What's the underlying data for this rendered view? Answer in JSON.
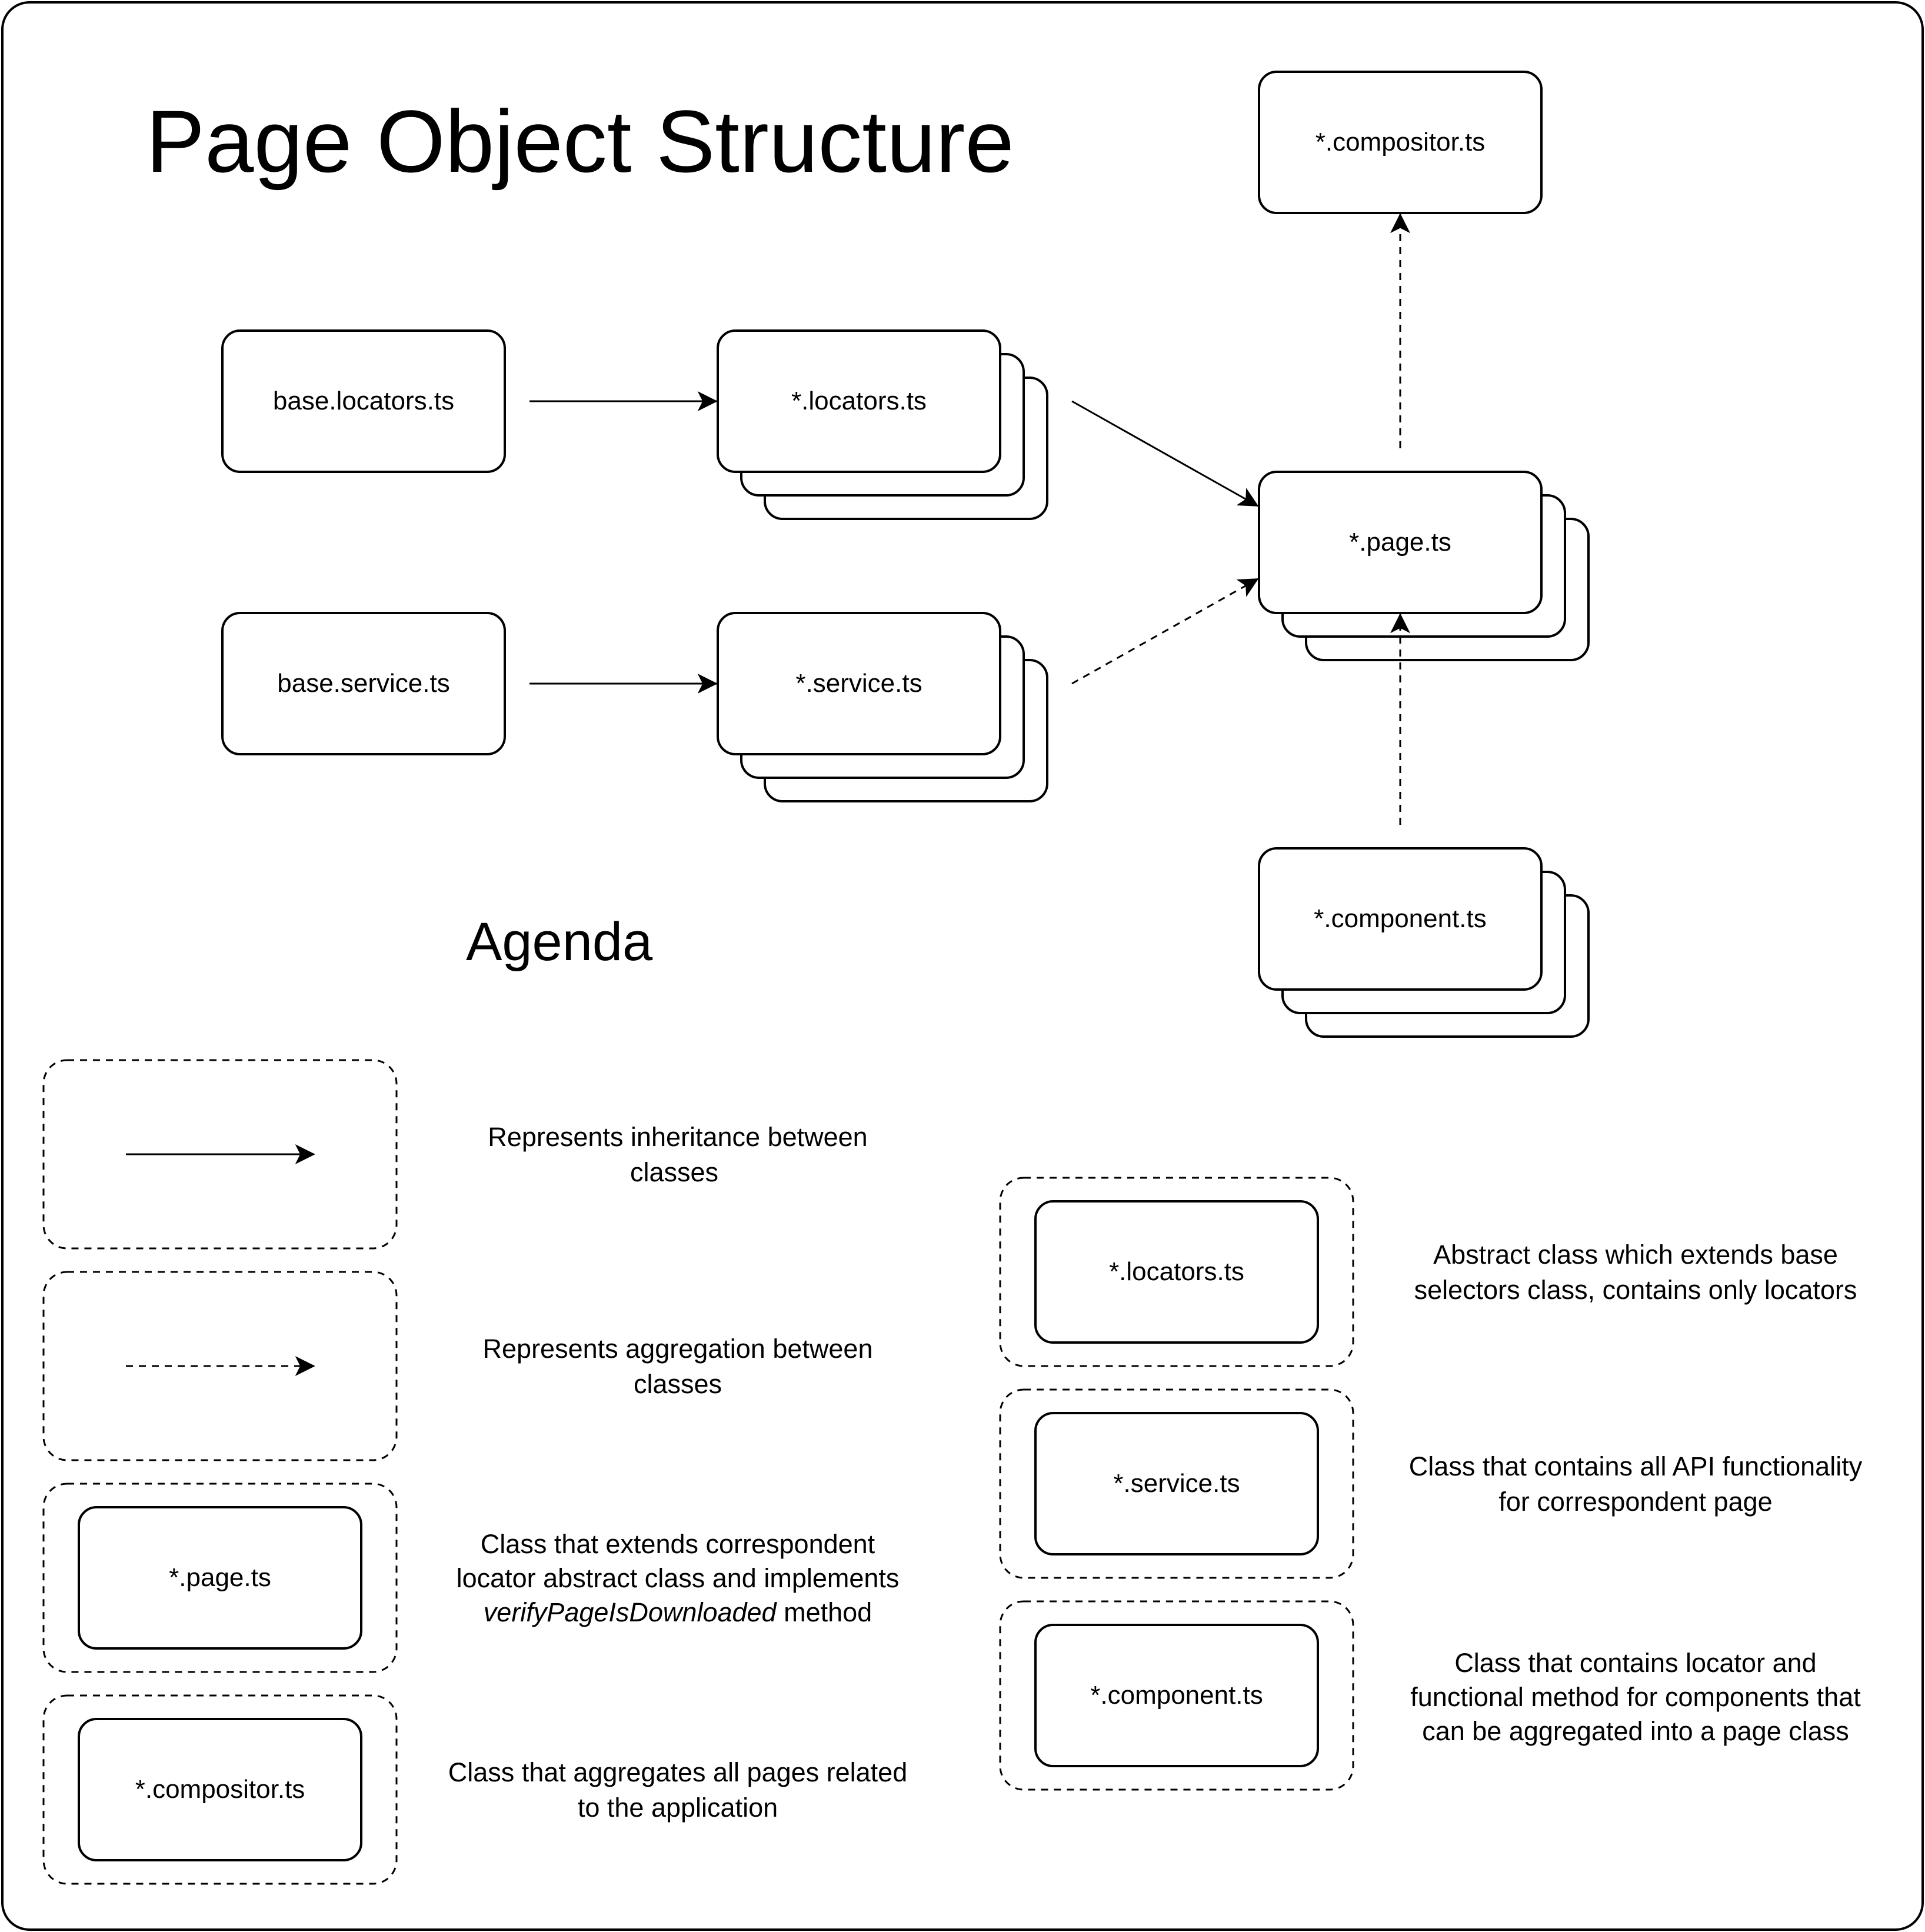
{
  "title": "Page Object Structure",
  "agenda_heading": "Agenda",
  "nodes": {
    "compositor": "*.compositor.ts",
    "base_locators": "base.locators.ts",
    "locators": "*.locators.ts",
    "page": "*.page.ts",
    "base_service": "base.service.ts",
    "service": "*.service.ts",
    "component": "*.component.ts"
  },
  "edges": [
    {
      "from": "base.locators.ts",
      "to": "*.locators.ts",
      "style": "solid",
      "meaning": "inheritance"
    },
    {
      "from": "base.service.ts",
      "to": "*.service.ts",
      "style": "solid",
      "meaning": "inheritance"
    },
    {
      "from": "*.locators.ts",
      "to": "*.page.ts",
      "style": "solid",
      "meaning": "inheritance"
    },
    {
      "from": "*.service.ts",
      "to": "*.page.ts",
      "style": "dashed",
      "meaning": "aggregation"
    },
    {
      "from": "*.component.ts",
      "to": "*.page.ts",
      "style": "dashed",
      "meaning": "aggregation"
    },
    {
      "from": "*.page.ts",
      "to": "*.compositor.ts",
      "style": "dashed",
      "meaning": "aggregation"
    }
  ],
  "legend": {
    "inheritance": {
      "line1": "Represents inheritance between",
      "line2": "classes"
    },
    "aggregation": {
      "line1": "Represents aggregation between",
      "line2": "classes"
    },
    "page": {
      "box_label": "*.page.ts",
      "line1": "Class that extends correspondent",
      "line2": "locator abstract class and implements",
      "line3_italic": "verifyPageIsDownloaded",
      "line3_rest": " method"
    },
    "compositor": {
      "box_label": "*.compositor.ts",
      "line1": "Class that aggregates all pages related",
      "line2": "to the application"
    },
    "locators": {
      "box_label": "*.locators.ts",
      "line1": "Abstract class which extends base",
      "line2": "selectors class, contains only locators"
    },
    "service": {
      "box_label": "*.service.ts",
      "line1": "Class that contains all API functionality",
      "line2": "for correspondent page"
    },
    "component": {
      "box_label": "*.component.ts",
      "line1": "Class that contains locator and",
      "line2": "functional method for components that",
      "line3": "can be aggregated into a page class"
    }
  }
}
